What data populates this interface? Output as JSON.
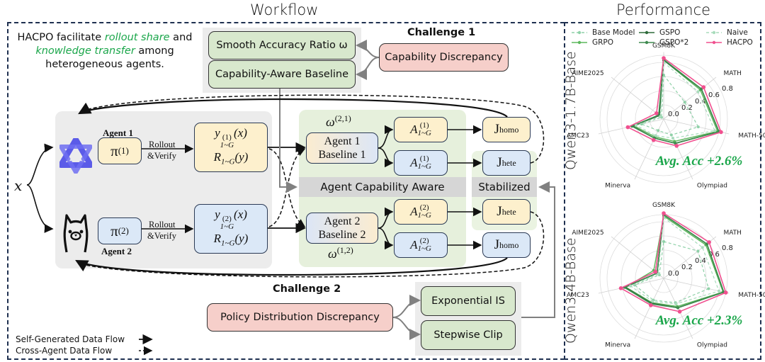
{
  "titles": {
    "workflow": "Workflow",
    "performance": "Performance"
  },
  "intro": {
    "part1": "HACPO facilitate ",
    "hl1": "rollout share",
    "part2": " and",
    "hl2": "knowledge transfer",
    "part3": " among",
    "line3": "heterogeneous agents."
  },
  "challenge1": {
    "title": "Challenge 1",
    "problem": "Capability Discrepancy",
    "solutions": [
      "Smooth Accuracy Ratio ω",
      "Capability-Aware Baseline"
    ]
  },
  "challenge2": {
    "title": "Challenge 2",
    "problem": "Policy Distribution Discrepancy",
    "solutions": [
      "Exponential IS",
      "Stepwise Clip"
    ]
  },
  "input_symbol": "x",
  "agents": [
    {
      "label": "Agent 1",
      "policy": "π",
      "sup": "(1)",
      "action_line1": "Rollout",
      "action_line2": "&Verify",
      "rollout_sup": "(1)",
      "icon": "qwen-logo-icon"
    },
    {
      "label": "Agent 2",
      "policy": "π",
      "sup": "(2)",
      "action_line1": "Rollout",
      "action_line2": "&Verify",
      "rollout_sup": "(2)",
      "icon": "llama-logo-icon"
    }
  ],
  "rollout": {
    "y": "y",
    "sub": "1~G",
    "arg": "(x)",
    "r": "R",
    "rarg": "(y)"
  },
  "baselines": [
    {
      "line1": "Agent 1",
      "line2": "Baseline 1",
      "omega": "ω",
      "omega_sup": "(2,1)"
    },
    {
      "line1": "Agent 2",
      "line2": "Baseline 2",
      "omega": "ω",
      "omega_sup": "(1,2)"
    }
  ],
  "advantages": [
    {
      "a": "A",
      "sup": "(1)",
      "sub": "1~G",
      "objective": "J",
      "obj_sub": "homo"
    },
    {
      "a": "A",
      "sup": "(1)",
      "sub": "1~G",
      "objective": "J",
      "obj_sub": "hete"
    },
    {
      "a": "A",
      "sup": "(2)",
      "sub": "1~G",
      "objective": "J",
      "obj_sub": "hete"
    },
    {
      "a": "A",
      "sup": "(2)",
      "sub": "1~G",
      "objective": "J",
      "obj_sub": "homo"
    }
  ],
  "bands": {
    "capability": "Agent Capability Aware",
    "stabilized": "Stabilized"
  },
  "flow_legend": {
    "solid": "Self-Generated Data Flow",
    "dashed": "Cross-Agent Data Flow"
  },
  "colors": {
    "accent_green": "#1aa64a",
    "hacpo_pink": "#f0508f",
    "grpo_green": "#5cb85c",
    "gspo_dark": "#2e6b3a",
    "gspo2_green": "#3f8a4f",
    "base_light": "#8fd1a8",
    "naive_light": "#a8dcbc",
    "border_navy": "#1f3050"
  },
  "chart_data": [
    {
      "type": "radar",
      "title": "Qwen3-1.7B-Base",
      "annotation": "Avg. Acc +2.6%",
      "axes": [
        "GSM8K",
        "MATH",
        "MATH-500",
        "Olympiad",
        "Minerva",
        "AMC23",
        "AIME2025"
      ],
      "rlim": [
        0,
        0.9
      ],
      "rticks": [
        "0.0",
        "0.2",
        "0.4",
        "0.6",
        "0.8"
      ],
      "legend_position": "top",
      "series": [
        {
          "name": "Base Model",
          "values": [
            0.62,
            0.38,
            0.5,
            0.25,
            0.18,
            0.32,
            0.04
          ]
        },
        {
          "name": "GRPO",
          "values": [
            0.83,
            0.66,
            0.78,
            0.35,
            0.28,
            0.43,
            0.08
          ]
        },
        {
          "name": "GSPO",
          "values": [
            0.83,
            0.68,
            0.8,
            0.38,
            0.3,
            0.45,
            0.08
          ]
        },
        {
          "name": "GSPO*2",
          "values": [
            0.84,
            0.68,
            0.8,
            0.38,
            0.3,
            0.46,
            0.09
          ]
        },
        {
          "name": "Naive",
          "values": [
            0.8,
            0.62,
            0.74,
            0.3,
            0.26,
            0.4,
            0.06
          ]
        },
        {
          "name": "HACPO",
          "values": [
            0.86,
            0.72,
            0.83,
            0.42,
            0.33,
            0.52,
            0.13
          ]
        }
      ]
    },
    {
      "type": "radar",
      "title": "Qwen3-4B-Base",
      "annotation": "Avg. Acc +2.3%",
      "axes": [
        "GSM8K",
        "MATH",
        "MATH-500",
        "Olympiad",
        "Minerva",
        "AMC23",
        "AIME2025"
      ],
      "rlim": [
        0,
        0.9
      ],
      "rticks": [
        "0.0",
        "0.2",
        "0.4",
        "0.6",
        "0.8"
      ],
      "legend_position": "top",
      "series": [
        {
          "name": "Base Model",
          "values": [
            0.52,
            0.62,
            0.65,
            0.38,
            0.34,
            0.42,
            0.08
          ]
        },
        {
          "name": "GRPO",
          "values": [
            0.88,
            0.76,
            0.86,
            0.44,
            0.38,
            0.55,
            0.18
          ]
        },
        {
          "name": "GSPO",
          "values": [
            0.9,
            0.78,
            0.87,
            0.46,
            0.39,
            0.56,
            0.12
          ]
        },
        {
          "name": "GSPO*2",
          "values": [
            0.9,
            0.78,
            0.87,
            0.46,
            0.4,
            0.57,
            0.12
          ]
        },
        {
          "name": "Naive",
          "values": [
            0.86,
            0.7,
            0.8,
            0.4,
            0.36,
            0.48,
            0.1
          ]
        },
        {
          "name": "HACPO",
          "values": [
            0.92,
            0.82,
            0.9,
            0.52,
            0.42,
            0.62,
            0.15
          ]
        }
      ]
    }
  ]
}
